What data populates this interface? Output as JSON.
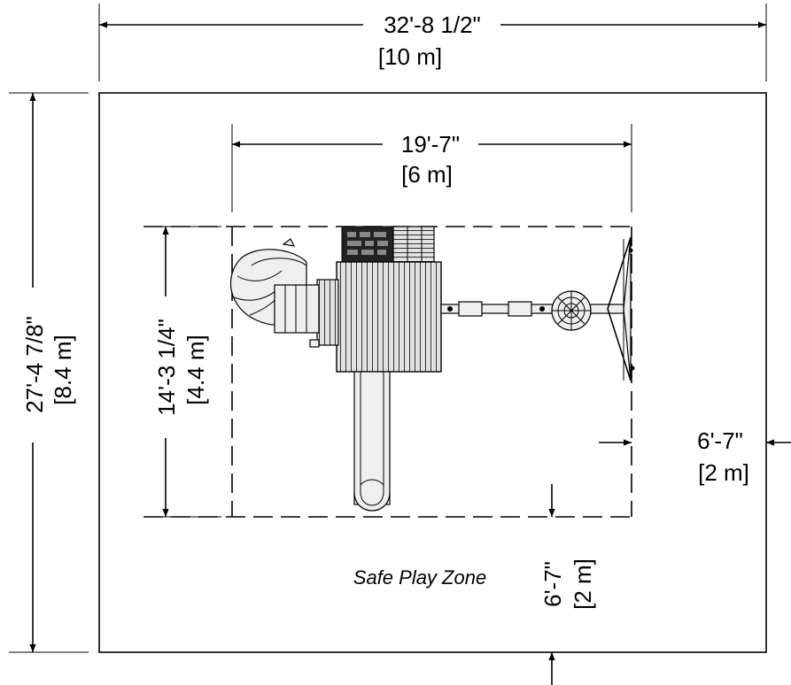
{
  "dimensions": {
    "overall_width": {
      "imperial": "32'-8 1/2\"",
      "metric": "[10 m]"
    },
    "overall_depth": {
      "imperial": "27'-4 7/8\"",
      "metric": "[8.4 m]"
    },
    "set_width": {
      "imperial": "19'-7\"",
      "metric": "[6 m]"
    },
    "set_depth": {
      "imperial": "14'-3 1/4\"",
      "metric": "[4.4 m]"
    },
    "side_clearance": {
      "imperial": "6'-7\"",
      "metric": "[2 m]"
    },
    "bottom_clearance": {
      "imperial": "6'-7\"",
      "metric": "[2 m]"
    }
  },
  "zone_label": "Safe Play Zone"
}
